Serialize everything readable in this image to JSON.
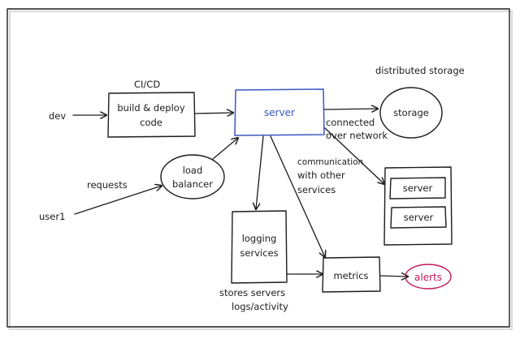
{
  "diagram": {
    "labels": {
      "ci_cd": "CI/CD",
      "dev": "dev",
      "requests": "requests",
      "user": "user1",
      "distributed_storage": "distributed storage",
      "connected_line1": "connected",
      "connected_line2": "over network",
      "comm_line1": "communication",
      "comm_line2": "with other",
      "comm_line3": "services",
      "stores_line1": "stores servers",
      "stores_line2": "logs/activity"
    },
    "nodes": {
      "build_deploy": {
        "line1": "build & deploy",
        "line2": "code"
      },
      "server": {
        "label": "server"
      },
      "storage": {
        "label": "storage"
      },
      "load_balancer": {
        "line1": "load",
        "line2": "balancer"
      },
      "logging": {
        "line1": "logging",
        "line2": "services"
      },
      "metrics": {
        "label": "metrics"
      },
      "alerts": {
        "label": "alerts"
      },
      "server_group": {
        "item1": "server",
        "item2": "server"
      }
    },
    "colors": {
      "ink": "#1c1c1c",
      "server_accent": "#3b55c4",
      "alerts_accent": "#c2185b",
      "frame_shadow": "#d9d9d9"
    }
  }
}
